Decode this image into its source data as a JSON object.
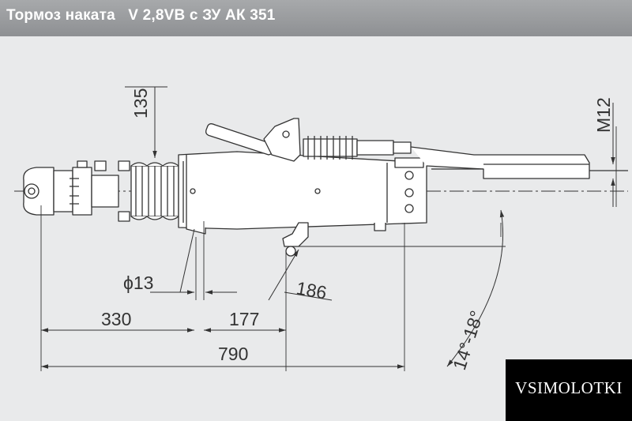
{
  "header": {
    "title": "Тормоз наката   V 2,8VB с ЗУ АК 351"
  },
  "drawing": {
    "dim_135": "135",
    "dim_m12": "M12",
    "dim_d13": "ϕ13",
    "dim_186": "186",
    "dim_330": "330",
    "dim_177": "177",
    "dim_790": "790",
    "dim_angle": "14°-18°"
  },
  "watermark": {
    "text": "VSIMOLOTKI"
  },
  "colors": {
    "header_bg": "#9a9c9f",
    "drawing_bg": "#e9eaeb",
    "line": "#333333",
    "watermark_bg": "#000000"
  }
}
